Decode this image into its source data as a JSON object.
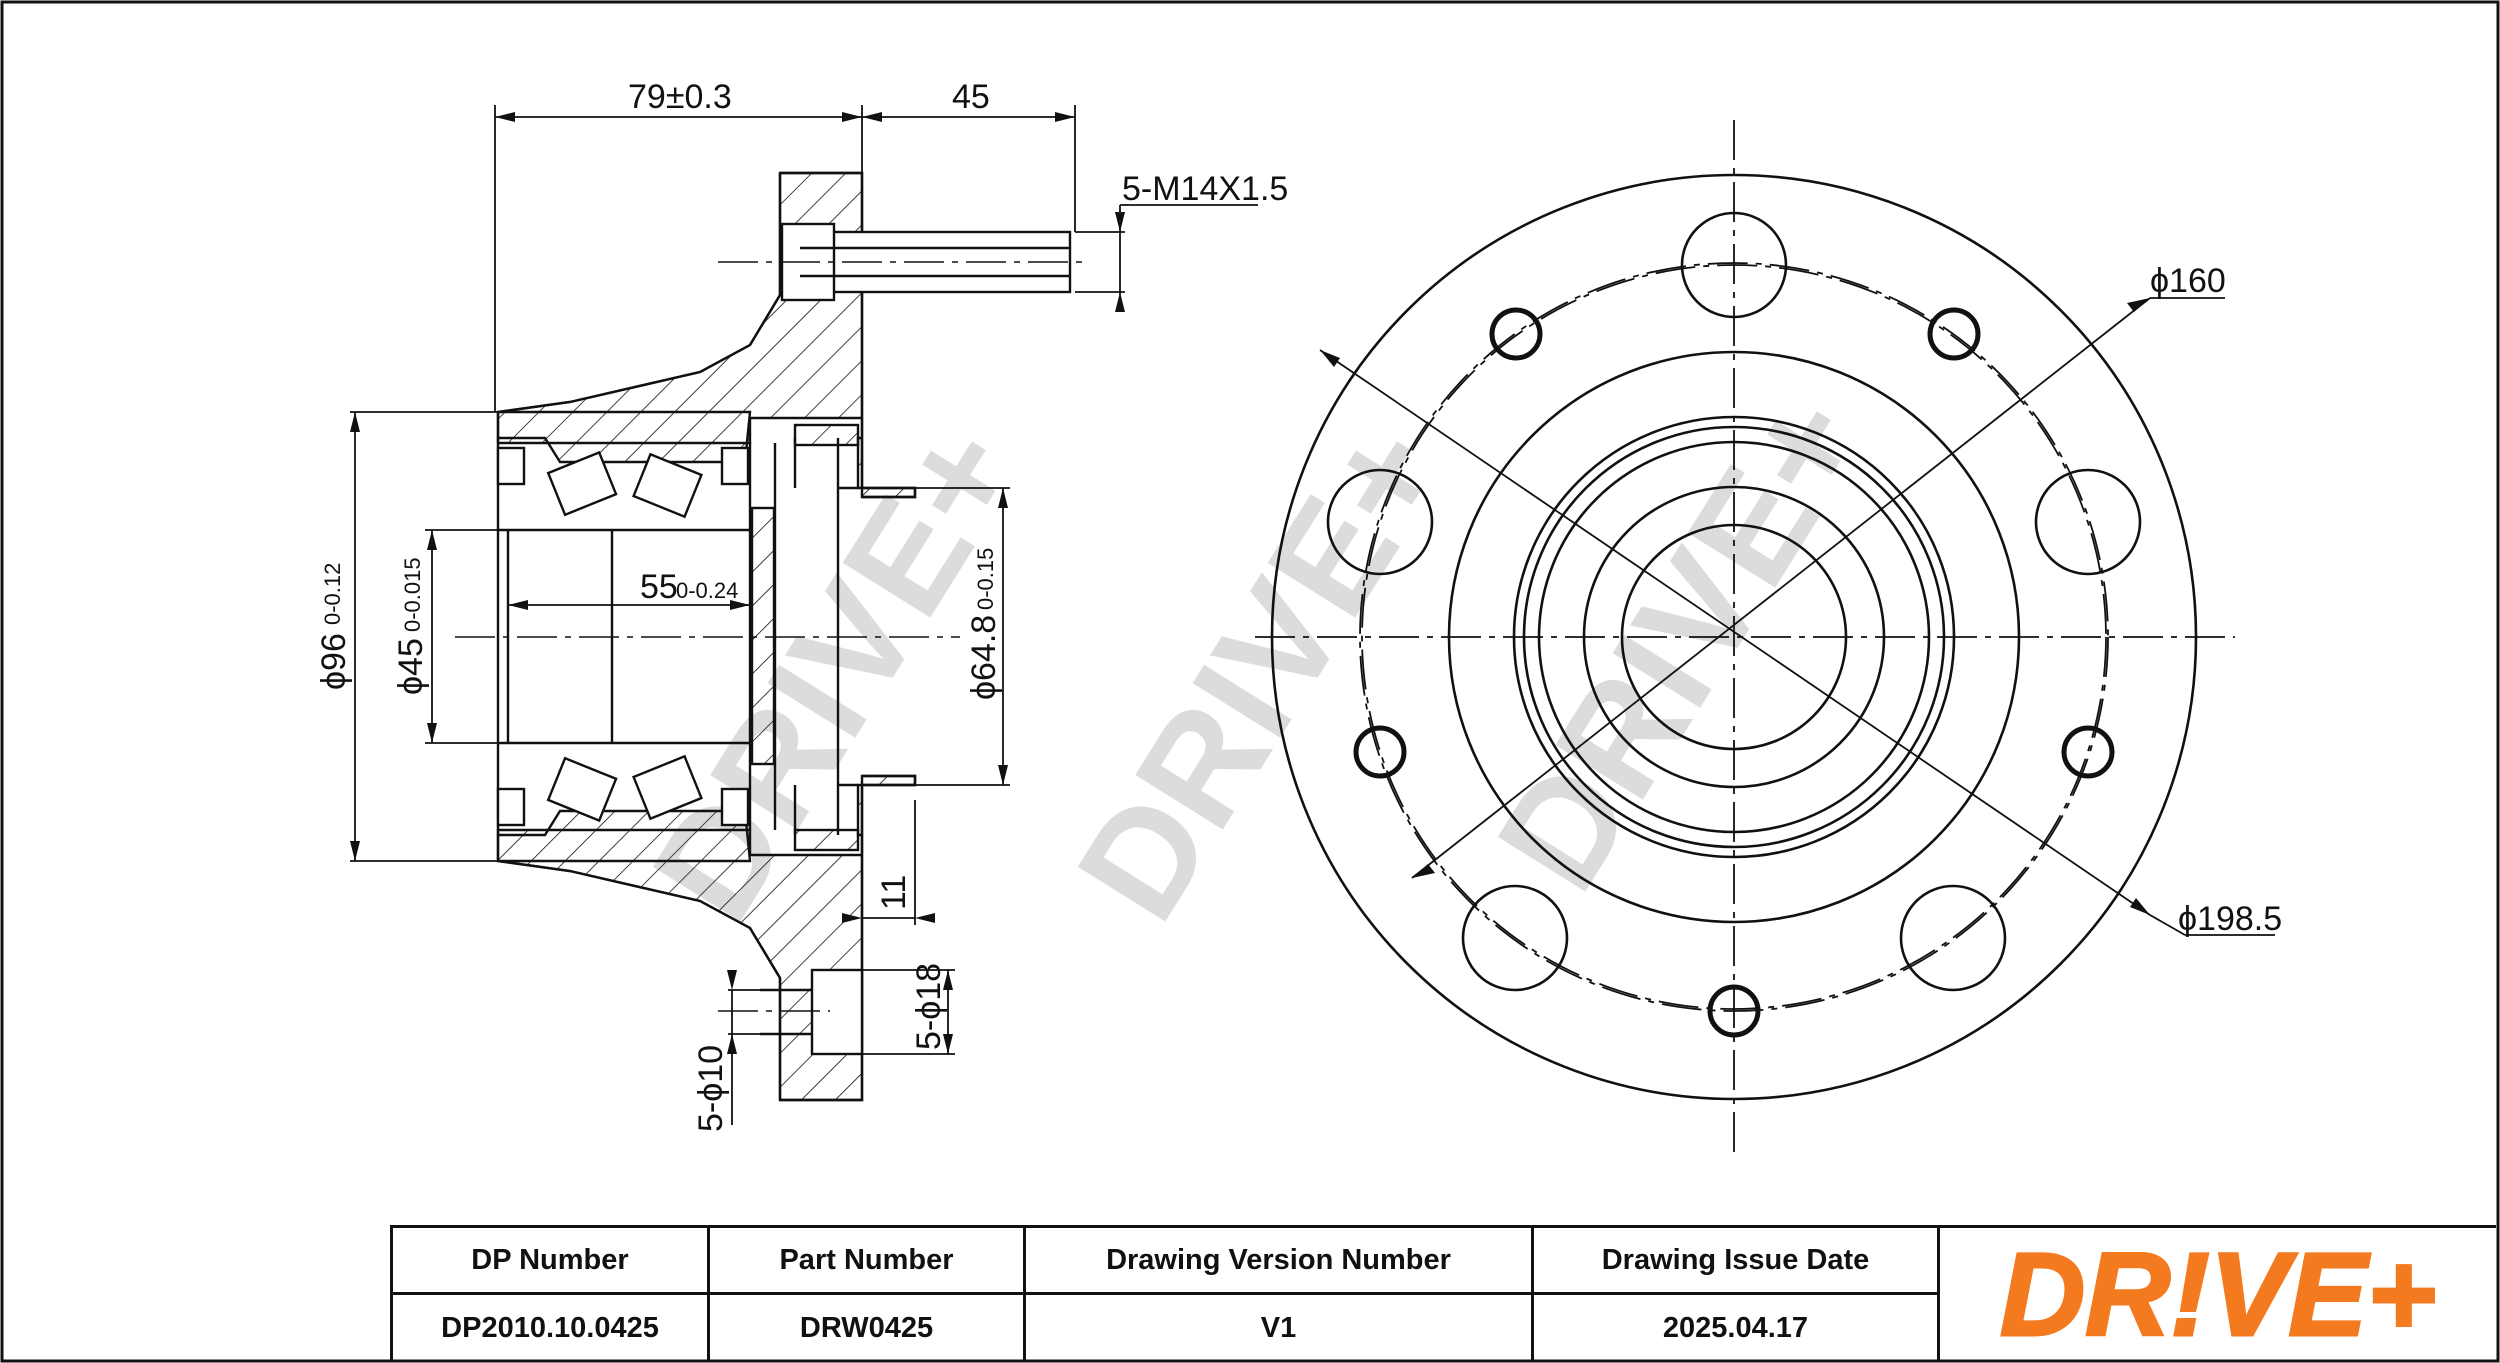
{
  "drawing": {
    "dimensions": {
      "length_79": "79±0.3",
      "length_45": "45",
      "stud_thread": "5-M14X1.5",
      "dia_96": "ϕ96",
      "dia_96_tol": "0-0.12",
      "dia_45": "ϕ45",
      "dia_45_tol": "0-0.015",
      "len_55": "55",
      "len_55_tol": "0-0.24",
      "dia_64_8": "ϕ64.8",
      "dia_64_8_tol": "0-0.15",
      "len_11": "11",
      "hole_18": "5-ϕ18",
      "hole_10": "5-ϕ10",
      "dia_160": "ϕ160",
      "dia_198_5": "ϕ198.5"
    },
    "watermark": "DRIVE+"
  },
  "title_block": {
    "headers": [
      "DP Number",
      "Part Number",
      "Drawing Version Number",
      "Drawing Issue Date"
    ],
    "values": [
      "DP2010.10.0425",
      "DRW0425",
      "V1",
      "2025.04.17"
    ],
    "logo_text": "DR!VE+",
    "logo_color": "#f47a20"
  }
}
